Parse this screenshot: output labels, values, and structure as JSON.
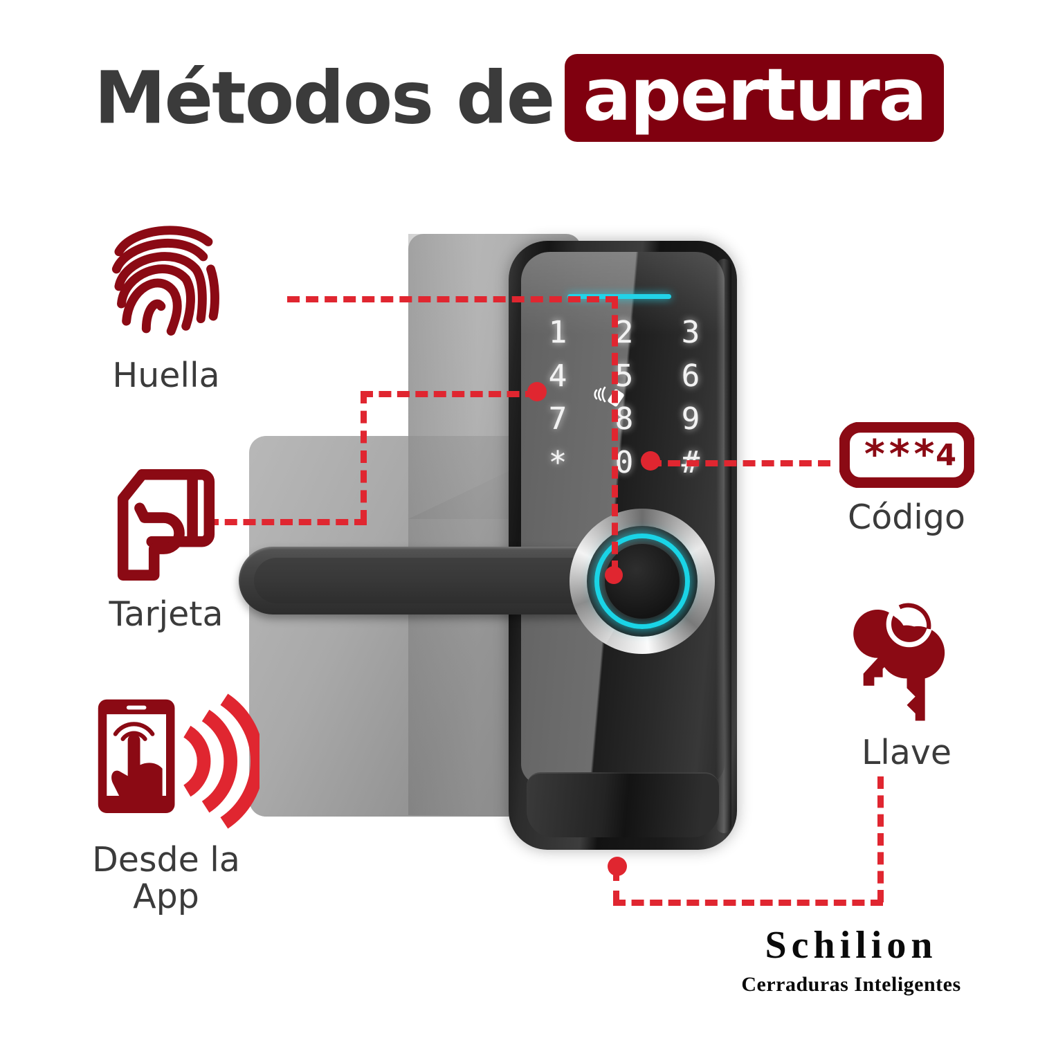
{
  "title": {
    "plain": "Métodos de",
    "highlight": "apertura",
    "highlight_bg": "#80000f",
    "plain_color": "#3b3b3b"
  },
  "colors": {
    "brand_dark_red": "#8b0a14",
    "accent_red": "#e02630",
    "cyan": "#1ad4e6",
    "text_gray": "#3b3b3b",
    "plate_gray": "#a8a8a8"
  },
  "methods": [
    {
      "id": "huella",
      "label": "Huella",
      "icon": "fingerprint-icon",
      "icon_color": "#8b0a14",
      "side": "left"
    },
    {
      "id": "tarjeta",
      "label": "Tarjeta",
      "icon": "hand-card-icon",
      "icon_color": "#8b0a14",
      "side": "left"
    },
    {
      "id": "app",
      "label": "Desde la\nApp",
      "icon": "phone-signal-icon",
      "icon_color": "#8b0a14",
      "side": "left"
    },
    {
      "id": "codigo",
      "label": "Código",
      "icon": "passcode-icon",
      "icon_color": "#8b0a14",
      "side": "right"
    },
    {
      "id": "llave",
      "label": "Llave",
      "icon": "keys-icon",
      "icon_color": "#8b0a14",
      "side": "right"
    }
  ],
  "device": {
    "name": "smart-door-lock",
    "keypad": [
      "1",
      "2",
      "3",
      "4",
      "5",
      "6",
      "7",
      "8",
      "9",
      "*",
      "0",
      "#"
    ],
    "nfc_indicator": "nfc-card-icon",
    "status_bar": "cyan-indicator-bar",
    "fingerprint_reader": "fingerprint-sensor-ring",
    "handle": "door-handle"
  },
  "brand": {
    "name": "Schilion",
    "tagline": "Cerraduras Inteligentes"
  }
}
